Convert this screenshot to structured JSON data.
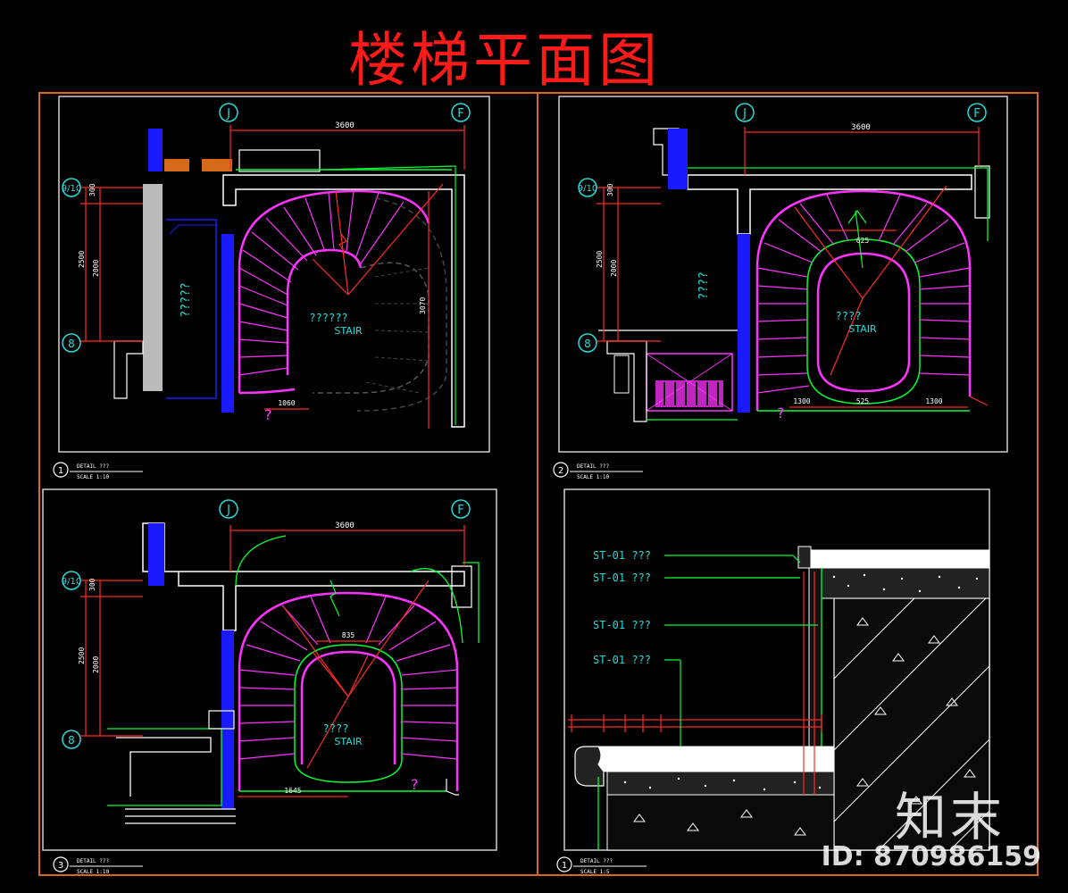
{
  "title": "楼梯平面图",
  "panels": [
    {
      "axis_left": "J",
      "axis_right": "F",
      "top_dim": "3600",
      "row_top": "9/10",
      "row_bottom": "8",
      "dims_left": [
        "300",
        "2500",
        "2000"
      ],
      "dim_mid_right": "3070",
      "dim_bottom": "1060",
      "label_q": "??????",
      "label_stair": "STAIR",
      "room_q": "?????",
      "detail_no": "1",
      "detail_name": "DETAIL ???",
      "detail_scale": "SCALE 1:10"
    },
    {
      "axis_left": "J",
      "axis_right": "F",
      "top_dim": "3600",
      "row_top": "9/10",
      "row_bottom": "8",
      "dims_left": [
        "300",
        "2500",
        "2000"
      ],
      "dim_top_inner": "625",
      "dims_bottom": [
        "1300",
        "525",
        "1300"
      ],
      "label_q": "????",
      "label_stair": "STAIR",
      "room_q": "????",
      "detail_no": "2",
      "detail_name": "DETAIL ???",
      "detail_scale": "SCALE 1:10"
    },
    {
      "axis_left": "J",
      "axis_right": "F",
      "top_dim": "3600",
      "row_top": "9/10",
      "row_bottom": "8",
      "dims_left": [
        "300",
        "2500",
        "2000"
      ],
      "dim_top_inner": "835",
      "dim_bottom": "1645",
      "label_q": "????",
      "label_stair": "STAIR",
      "detail_no": "3",
      "detail_name": "DETAIL ???",
      "detail_scale": "SCALE 1:10"
    },
    {
      "section_labels": [
        "ST-01 ???",
        "ST-01 ???",
        "ST-01 ???",
        "ST-01 ???"
      ],
      "detail_no": "1",
      "detail_name": "DETAIL ???",
      "detail_scale": "SCALE 1:5"
    }
  ],
  "watermark": {
    "brand": "知末",
    "id": "ID: 870986159"
  },
  "colors": {
    "title": "#ff1a1a",
    "frame": "#d46a1a",
    "stair": "#ff33ff",
    "dim": "#ff2a2a",
    "green": "#00ff33",
    "cyan": "#22dddd",
    "blue": "#1a1aff",
    "wall": "#ffffff"
  }
}
